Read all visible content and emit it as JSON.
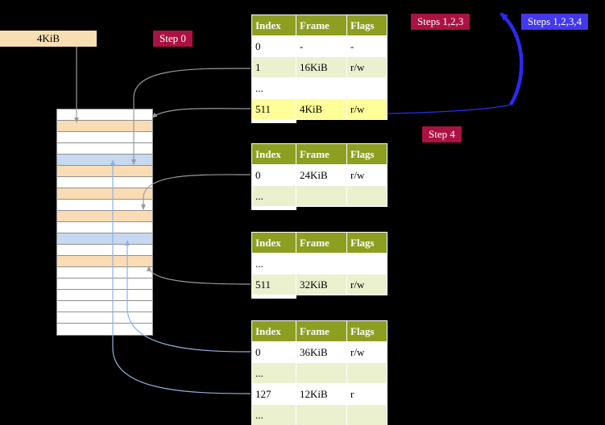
{
  "frame_box": {
    "label": "4KiB"
  },
  "badges": {
    "step0": {
      "label": "Step 0"
    },
    "steps123": {
      "label": "Steps 1,2,3"
    },
    "steps1234": {
      "label": "Steps 1,2,3,4"
    },
    "step4": {
      "label": "Step 4"
    }
  },
  "tables": [
    {
      "id": "table-1",
      "headers": [
        "Index",
        "Frame",
        "Flags"
      ],
      "rows": [
        {
          "cells": [
            "0",
            "-",
            "-"
          ]
        },
        {
          "cells": [
            "1",
            "16KiB",
            "r/w"
          ]
        },
        {
          "cells": [
            "...",
            "",
            ""
          ]
        },
        {
          "cells": [
            "511",
            "4KiB",
            "r/w"
          ],
          "highlight": true
        }
      ]
    },
    {
      "id": "table-2",
      "headers": [
        "Index",
        "Frame",
        "Flags"
      ],
      "rows": [
        {
          "cells": [
            "0",
            "24KiB",
            "r/w"
          ]
        },
        {
          "cells": [
            "...",
            "",
            ""
          ]
        }
      ]
    },
    {
      "id": "table-3",
      "headers": [
        "Index",
        "Frame",
        "Flags"
      ],
      "rows": [
        {
          "cells": [
            "...",
            "",
            ""
          ]
        },
        {
          "cells": [
            "511",
            "32KiB",
            "r/w"
          ]
        }
      ]
    },
    {
      "id": "table-4",
      "headers": [
        "Index",
        "Frame",
        "Flags"
      ],
      "rows": [
        {
          "cells": [
            "0",
            "36KiB",
            "r/w"
          ]
        },
        {
          "cells": [
            "...",
            "",
            ""
          ]
        },
        {
          "cells": [
            "127",
            "12KiB",
            "r"
          ]
        },
        {
          "cells": [
            "...",
            "",
            ""
          ]
        }
      ]
    }
  ],
  "memory_stack": {
    "cells": [
      "white",
      "peach",
      "white",
      "white",
      "blue",
      "peach",
      "white",
      "peach",
      "white",
      "peach",
      "white",
      "blue",
      "white",
      "peach",
      "white",
      "white",
      "white",
      "white",
      "white",
      "white"
    ]
  },
  "colors": {
    "background": "#000000",
    "badge_red": "#aa1243",
    "badge_blue": "#4438ee",
    "table_header_olive": "#8d9e21",
    "table_row_green": "#ebf1cf",
    "highlight_yellow": "#ffff99",
    "frame_box_wheat": "#f8dfb2",
    "stack_peach": "#fadcb4",
    "stack_blue": "#c6d9f0",
    "arrow_gray": "#9a9a9a",
    "arrow_light_blue": "#8fb2e0",
    "arrow_thick_blue": "#2a2af0"
  }
}
